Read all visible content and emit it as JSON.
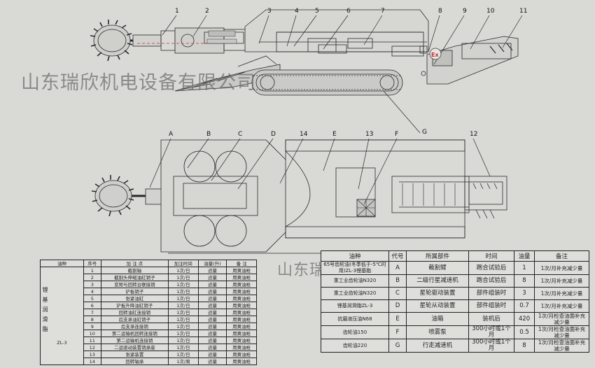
{
  "watermark": "山东瑞欣机电设备有限公司",
  "top_callouts": [
    "1",
    "2",
    "3",
    "4",
    "5",
    "6",
    "7",
    "8",
    "9",
    "10",
    "11"
  ],
  "plan_callouts": [
    "A",
    "B",
    "C",
    "D",
    "14",
    "E",
    "13",
    "F",
    "12"
  ],
  "side_label": "G",
  "cab_text": "Ex",
  "left_table": {
    "headers": [
      "油种",
      "序号",
      "加 注 点",
      "加注时间",
      "油量(升)",
      "备 注"
    ],
    "oil_type": "锂基润滑脂",
    "oil_code": "ZL-3",
    "rows": [
      [
        "1",
        "截割轴",
        "1次/日",
        "适量",
        "用黄油枪"
      ],
      [
        "2",
        "截割头伸缩油缸销子",
        "1次/日",
        "适量",
        "用黄油枪"
      ],
      [
        "3",
        "变矩与回转台联接销",
        "1次/日",
        "适量",
        "用黄油枪"
      ],
      [
        "4",
        "铲板销子",
        "1次/日",
        "适量",
        "用黄油枪"
      ],
      [
        "5",
        "张紧油缸",
        "1次/日",
        "适量",
        "用黄油枪"
      ],
      [
        "6",
        "铲板升降油缸销子",
        "1次/日",
        "适量",
        "用黄油枪"
      ],
      [
        "7",
        "回转油缸连接销",
        "1次/日",
        "适量",
        "用黄油枪"
      ],
      [
        "8",
        "后支承油缸销子",
        "1次/日",
        "适量",
        "用黄油枪"
      ],
      [
        "9",
        "后支承连接销",
        "1次/日",
        "适量",
        "用黄油枪"
      ],
      [
        "10",
        "第二运输机回转连接销",
        "1次/日",
        "适量",
        "用黄油枪"
      ],
      [
        "11",
        "第二运输机连接销",
        "1次/日",
        "适量",
        "用黄油枪"
      ],
      [
        "12",
        "二运驱动装置销承座",
        "1次/日",
        "适量",
        "用黄油枪"
      ],
      [
        "13",
        "张紧装置",
        "1次/日",
        "适量",
        "用黄油枪"
      ],
      [
        "14",
        "回转轴承",
        "1次/周",
        "适量",
        "用黄油枪"
      ]
    ]
  },
  "right_table": {
    "headers": [
      "油种",
      "代号",
      "所属部件",
      "时间",
      "油量",
      "备注"
    ],
    "rows": [
      [
        "65号齿轮油(冬季低于-5℃时用)ZL-3锂基脂",
        "A",
        "截割臂",
        "跑合试验后",
        "1",
        "1次/月补充减少量"
      ],
      [
        "重工业齿轮油N320",
        "B",
        "二级行星减速机",
        "跑合试验后",
        "8",
        "1次/月补充减少量"
      ],
      [
        "重工业齿轮油N320",
        "C",
        "星轮驱动装置",
        "部件组装时",
        "3",
        "1次/月补充减少量"
      ],
      [
        "锂基润滑脂ZL-3",
        "D",
        "星轮从动装置",
        "部件组装时",
        "0.7",
        "1次/月补充减少量"
      ],
      [
        "抗磨液压油N68",
        "E",
        "油箱",
        "装机后",
        "420",
        "1次/月检查油面补充减少量"
      ],
      [
        "齿轮油150",
        "F",
        "喷雾泵",
        "300小时或1个月",
        "0.5",
        "1次/月检查油面补充减少量"
      ],
      [
        "齿轮油220",
        "G",
        "行走减速机",
        "300小时或1个月",
        "8",
        "1次/月检查油面补充减少量"
      ]
    ]
  }
}
